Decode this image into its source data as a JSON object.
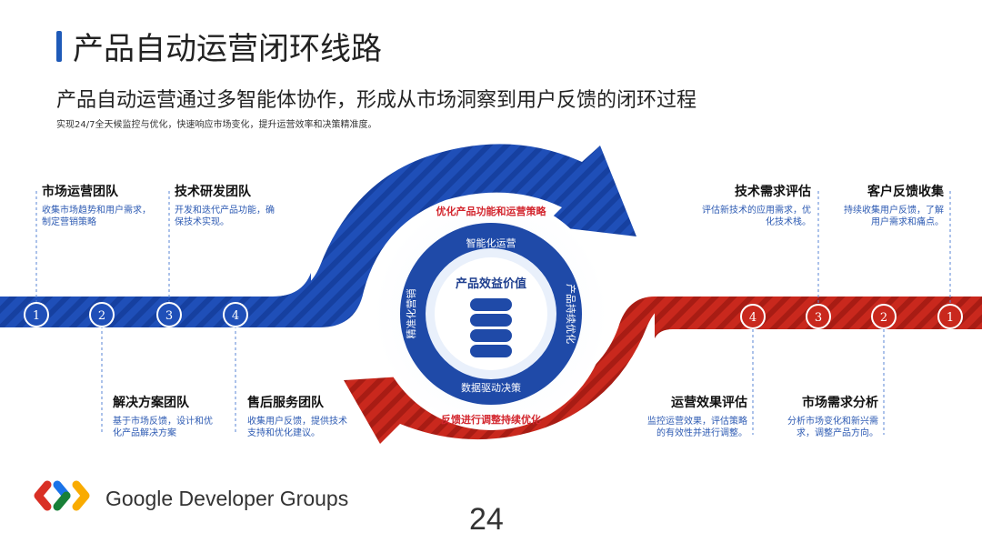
{
  "header": {
    "title": "产品自动运营闭环线路",
    "subtitle": "产品自动运营通过多智能体协作，形成从市场洞察到用户反馈的闭环过程",
    "description": "实现24/7全天候监控与优化，快速响应市场变化，提升运营效率和决策精准度。"
  },
  "colors": {
    "blue": "#1f4fb8",
    "red": "#c62a1f",
    "accent_red_text": "#d3262e",
    "center_blue": "#1f4aa8",
    "ring_light": "#e9f0fb"
  },
  "left_track": {
    "nodes": [
      "1",
      "2",
      "3",
      "4"
    ],
    "top_teams": [
      {
        "name": "市场运营团队",
        "text": "收集市场趋势和用户需求，制定营销策略"
      },
      {
        "name": "技术研发团队",
        "text": "开发和迭代产品功能，确保技术实现。"
      }
    ],
    "bottom_teams": [
      {
        "name": "解决方案团队",
        "text": "基于市场反馈，设计和优化产品解决方案"
      },
      {
        "name": "售后服务团队",
        "text": "收集用户反馈，提供技术支持和优化建议。"
      }
    ]
  },
  "right_track": {
    "nodes": [
      "4",
      "3",
      "2",
      "1"
    ],
    "top_teams": [
      {
        "name": "技术需求评估",
        "text": "评估新技术的应用需求，优化技术栈。"
      },
      {
        "name": "客户反馈收集",
        "text": "持续收集用户反馈，了解用户需求和痛点。"
      }
    ],
    "bottom_teams": [
      {
        "name": "运营效果评估",
        "text": "监控运营效果，评估策略的有效性并进行调整。"
      },
      {
        "name": "市场需求分析",
        "text": "分析市场变化和新兴需求，调整产品方向。"
      }
    ]
  },
  "center": {
    "top_arrow_label": "优化产品功能和运营策略",
    "bottom_arrow_label": "反馈进行调整持续优化",
    "ring_top": "智能化运营",
    "ring_right": "产品持续优化",
    "ring_bottom": "数据驱动决策",
    "ring_left": "精准化营销",
    "core": "产品效益价值"
  },
  "footer": {
    "brand": "Google Developer Groups",
    "page_number": "24"
  }
}
